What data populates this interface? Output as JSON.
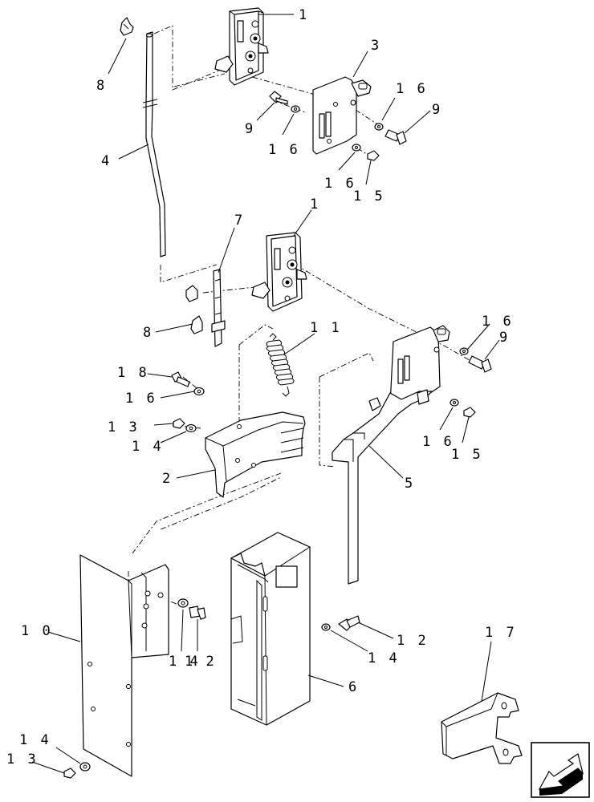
{
  "callouts": {
    "c1a": "1",
    "c8a": "8",
    "c3": "3",
    "c16a": "1 6",
    "c9a": "9",
    "c9b": "9",
    "c16b": "1 6",
    "c4": "4",
    "c16c": "1 6",
    "c15a": "1 5",
    "c7": "7",
    "c1b": "1",
    "c8b": "8",
    "c11": "1 1",
    "c16d": "1 6",
    "c9c": "9",
    "c18": "1 8",
    "c16e": "1 6",
    "c13a": "1 3",
    "c14a": "1 4",
    "c16f": "1 6",
    "c15b": "1 5",
    "c2": "2",
    "c5": "5",
    "c10": "1 0",
    "c14b": "1 4",
    "c12a": "1 2",
    "c12b": "1 2",
    "c14c": "1 4",
    "c6": "6",
    "c17": "1 7",
    "c14d": "1 4",
    "c13b": "1 3"
  },
  "icons": {
    "nav": "arrow-down-left-icon"
  }
}
